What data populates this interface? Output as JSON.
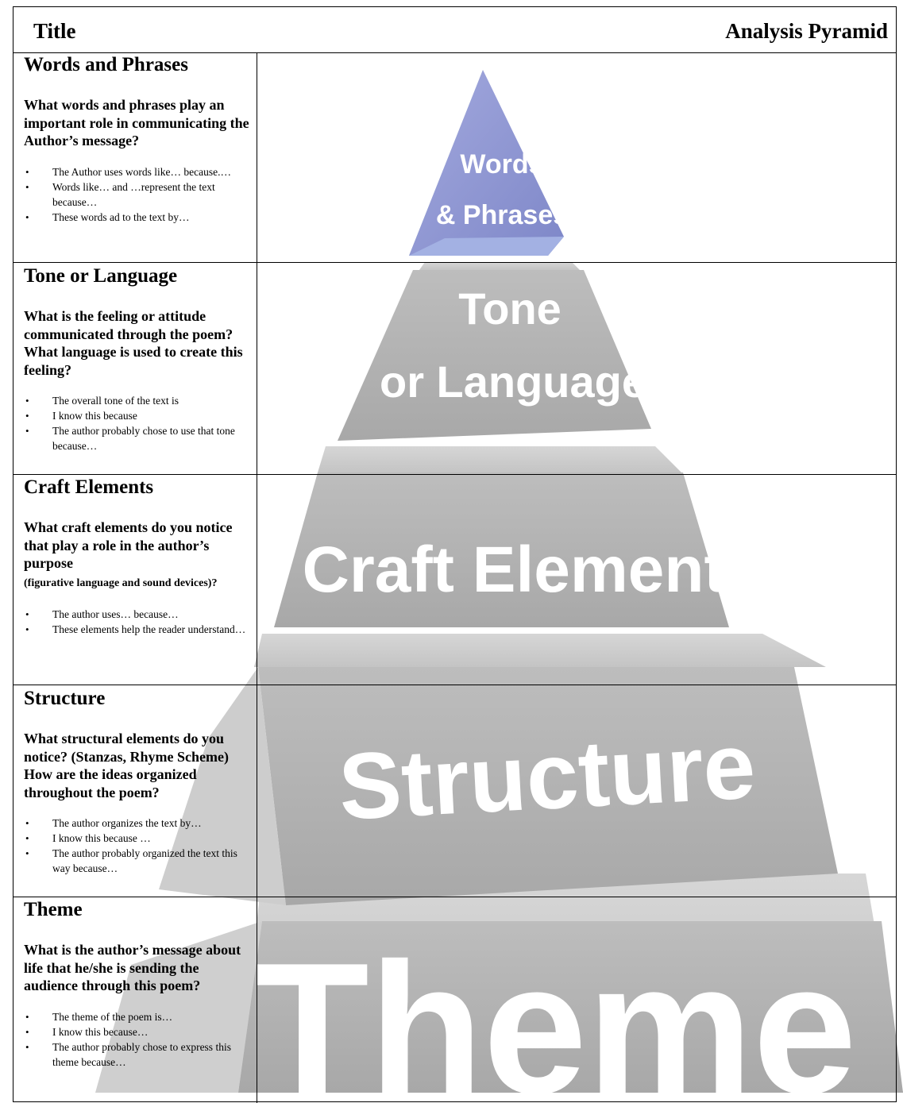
{
  "header": {
    "left_label": "Title",
    "document_title": "Analysis Pyramid"
  },
  "pyramid": {
    "tiers": [
      "Words",
      "& Phrases",
      "Tone",
      "or Language",
      "Craft Elements",
      "Structure",
      "Theme"
    ],
    "colors": {
      "top": "#8f97d2",
      "tier": "#b5b5b5",
      "tier_dark": "#9a9a9a",
      "label": "#ffffff"
    }
  },
  "sections": [
    {
      "heading": "Words and Phrases",
      "question": "What words and phrases play an important role in communicating the Author’s message?",
      "question_note": "",
      "bullets": [
        "The Author uses words like… because.…",
        "Words like… and …represent the text because…",
        "These words ad to the text by…"
      ]
    },
    {
      "heading": "Tone or Language",
      "question": "What is the feeling or attitude communicated through the poem? What language is used to create this feeling?",
      "question_note": "",
      "bullets": [
        "The overall tone of the text is",
        "I know this because",
        "The author probably chose to use that tone because…"
      ]
    },
    {
      "heading": "Craft Elements",
      "question": "What craft elements do you notice that play a role in the author’s purpose",
      "question_note": "(figurative language and sound devices)?",
      "bullets": [
        "The author uses… because…",
        "These elements help the reader understand…"
      ]
    },
    {
      "heading": "Structure",
      "question": "What structural elements do you notice? (Stanzas, Rhyme Scheme) How are the ideas organized throughout the poem?",
      "question_note": "",
      "bullets": [
        "The author organizes the text by…",
        "I know this because …",
        "The author probably organized the text this way because…"
      ]
    },
    {
      "heading": "Theme",
      "question": "What is the author’s message about life that he/she is sending the audience through this poem?",
      "question_note": "",
      "bullets": [
        "The theme of the poem is…",
        "I know this because…",
        "The author probably chose to express this theme because…"
      ]
    }
  ]
}
